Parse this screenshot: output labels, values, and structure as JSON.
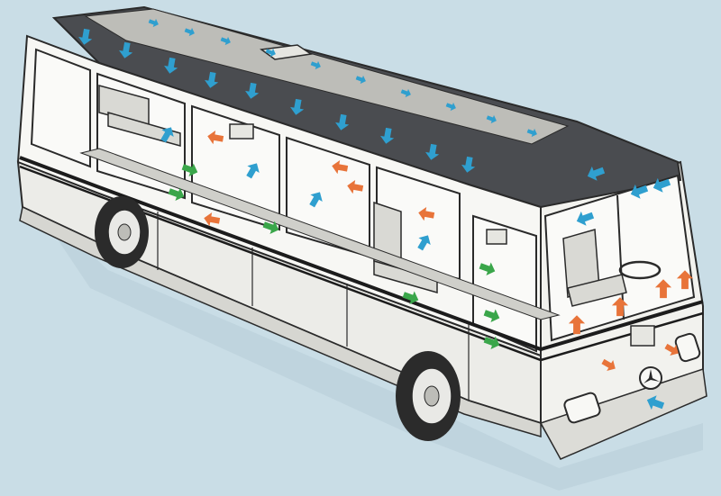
{
  "diagram": {
    "colors": {
      "background": "#c9dde6",
      "body_fill": "#f4f4f1",
      "body_shade": "#e2e2dd",
      "roof_dark": "#4a4c50",
      "outline": "#2a2a2a",
      "stripe": "#1c1c1c",
      "window_glass": "#fafaf8",
      "seat": "#d9d9d4",
      "tyre": "#2b2b2b",
      "rim": "#e9e9e6",
      "air_blue": "#2f9fcf",
      "air_orange": "#e8743a",
      "air_green": "#3aa64a"
    },
    "arrow_legend": {
      "blue": "fresh-air-arrow",
      "orange": "heated-air-arrow",
      "green": "recirculated-air-arrow"
    }
  }
}
